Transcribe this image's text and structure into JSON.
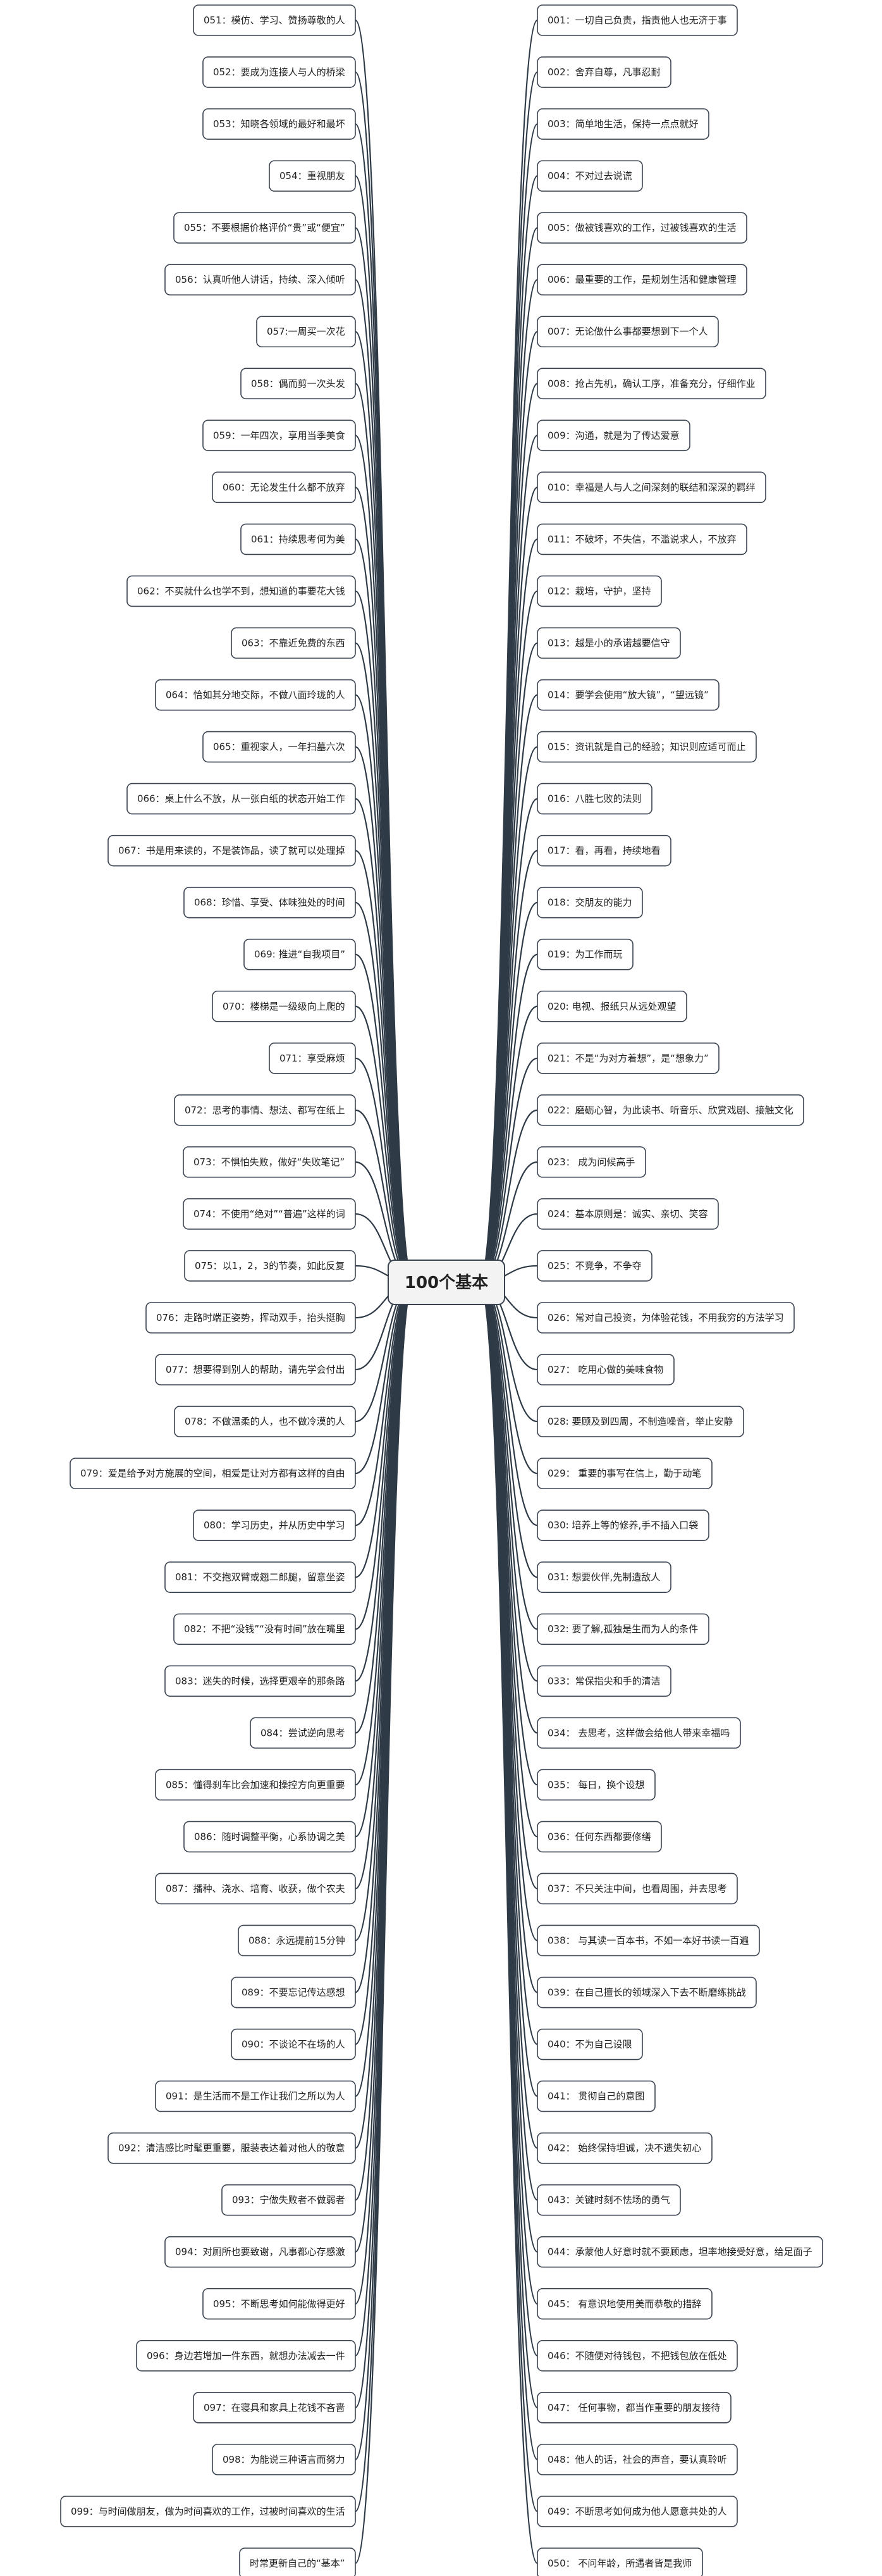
{
  "root": "100个基本",
  "right": [
    "001：一切自己负责，指责他人也无济于事",
    "002：舍弃自尊，凡事忍耐",
    "003：简单地生活，保持一点点就好",
    "004：不对过去说谎",
    "005：做被钱喜欢的工作，过被钱喜欢的生活",
    "006：最重要的工作，是规划生活和健康管理",
    "007：无论做什么事都要想到下一个人",
    "008：抢占先机，确认工序，准备充分，仔细作业",
    "009：沟通，就是为了传达爱意",
    "010：幸福是人与人之间深刻的联结和深深的羁绊",
    "011：不破坏，不失信，不滥说求人，不放弃",
    "012：栽培，守护，坚持",
    "013：越是小的承诺越要信守",
    "014：要学会使用“放大镜”，“望远镜”",
    "015：资讯就是自己的经验；知识则应适可而止",
    "016：八胜七败的法则",
    "017：看，再看，持续地看",
    "018：交朋友的能力",
    "019：为工作而玩",
    "020: 电视、报纸只从远处观望",
    "021：不是“为对方着想”，是“想象力”",
    "022：磨砺心智，为此读书、听音乐、欣赏戏剧、接触文化",
    "023： 成为问候高手",
    "024：基本原则是：诚实、亲切、笑容",
    "025：不竞争，不争夺",
    "026：常对自己投资，为体验花钱，不用我穷的方法学习",
    "027： 吃用心做的美味食物",
    "028: 要顾及到四周，不制造噪音，举止安静",
    "029： 重要的事写在信上，勤于动笔",
    "030: 培养上等的修养,手不插入口袋",
    "031: 想要伙伴,先制造敌人",
    "032: 要了解,孤独是生而为人的条件",
    "033：常保指尖和手的清洁",
    "034： 去思考，这样做会给他人带来幸福吗",
    "035： 每日，换个设想",
    "036：任何东西都要修缮",
    "037：不只关注中间，也看周围，并去思考",
    "038： 与其读一百本书，不如一本好书读一百遍",
    "039：在自己擅长的领域深入下去不断磨练挑战",
    "040：不为自己设限",
    "041： 贯彻自己的意图",
    "042： 始终保持坦诚，决不遗失初心",
    "043：关键时刻不怯场的勇气",
    "044：承蒙他人好意时就不要顾虑，坦率地接受好意，给足面子",
    "045： 有意识地使用美而恭敬的措辞",
    "046：不随便对待钱包，不把钱包放在低处",
    "047： 任何事物，都当作重要的朋友接待",
    "048：他人的话，社会的声音，要认真聆听",
    "049：不断思考如何成为他人愿意共处的人",
    "050： 不问年龄，所遇者皆是我师"
  ],
  "left": [
    "051：模仿、学习、赞扬尊敬的人",
    "052：要成为连接人与人的桥梁",
    "053：知晓各领域的最好和最坏",
    "054：重视朋友",
    "055：不要根据价格评价“贵”或“便宜”",
    "056：认真听他人讲话，持续、深入倾听",
    "057:一周买一次花",
    "058：偶而剪一次头发",
    "059：一年四次，享用当季美食",
    "060：无论发生什么都不放弃",
    "061：持续思考何为美",
    "062：不买就什么也学不到，想知道的事要花大钱",
    "063：不靠近免费的东西",
    "064：恰如其分地交际，不做八面玲珑的人",
    "065：重视家人，一年扫墓六次",
    "066：桌上什么不放，从一张白纸的状态开始工作",
    "067：书是用来读的，不是装饰品，读了就可以处理掉",
    "068：珍惜、享受、体味独处的时间",
    "069: 推进“自我项目”",
    "070：楼梯是一级级向上爬的",
    "071：享受麻烦",
    "072：思考的事情、想法、都写在纸上",
    "073：不惧怕失败，做好“失败笔记”",
    "074：不使用“绝对”“普遍”这样的词",
    "075：以1，2，3的节奏，如此反复",
    "076：走路时端正姿势，挥动双手，抬头挺胸",
    "077：想要得到别人的帮助，请先学会付出",
    "078：不做温柔的人，也不做冷漠的人",
    "079：爱是给予对方施展的空间，相爱是让对方都有这样的自由",
    "080：学习历史，并从历史中学习",
    "081：不交抱双臂或翘二郎腿，留意坐姿",
    "082：不把“没钱”“没有时间”放在嘴里",
    "083：迷失的时候，选择更艰辛的那条路",
    "084：尝试逆向思考",
    "085：懂得刹车比会加速和操控方向更重要",
    "086：随时调整平衡，心系协调之美",
    "087：播种、浇水、培育、收获，做个农夫",
    "088：永远提前15分钟",
    "089：不要忘记传达感想",
    "090：不谈论不在场的人",
    "091：是生活而不是工作让我们之所以为人",
    "092：清洁感比时髦更重要，服装表达着对他人的敬意",
    "093：宁做失败者不做弱者",
    "094：对厕所也要致谢，凡事都心存感激",
    "095：不断思考如何能做得更好",
    "096：身边若增加一件东西，就想办法减去一件",
    "097：在寝具和家具上花钱不吝啬",
    "098：为能说三种语言而努力",
    "099：与时间做朋友，做为时间喜欢的工作，过被时间喜欢的生活",
    "时常更新自己的“基本”"
  ]
}
